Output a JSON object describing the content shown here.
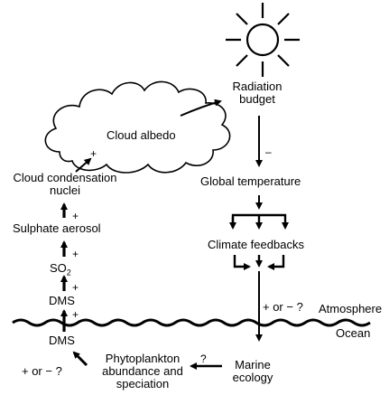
{
  "labels": {
    "radiation_budget": "Radiation\nbudget",
    "cloud_albedo": "Cloud albedo",
    "global_temperature": "Global temperature",
    "ccn": "Cloud condensation\nnuclei",
    "sulphate_aerosol": "Sulphate aerosol",
    "so2_base": "SO",
    "so2_sub": "2",
    "dms_atmosphere": "DMS",
    "dms_ocean": "DMS",
    "climate_feedbacks": "Climate feedbacks",
    "atmosphere": "Atmosphere",
    "ocean": "Ocean",
    "phytoplankton": "Phytoplankton\nabundance and\nspeciation",
    "marine_ecology": "Marine\necology"
  },
  "signs": {
    "radiation_to_temp": "–",
    "ccn_to_cloud": "+",
    "sulphate_to_ccn": "+",
    "so2_to_sulphate": "+",
    "dms_to_so2": "+",
    "dms_ocean_to_atm": "+",
    "temp_to_ocean": "+ or − ?",
    "ecology_to_phyto": "?",
    "phyto_to_dms": "+ or − ?"
  },
  "colors": {
    "ink": "#000000",
    "background": "#ffffff"
  },
  "icons": [
    "sun-icon",
    "cloud-icon",
    "sea-surface-wave"
  ]
}
